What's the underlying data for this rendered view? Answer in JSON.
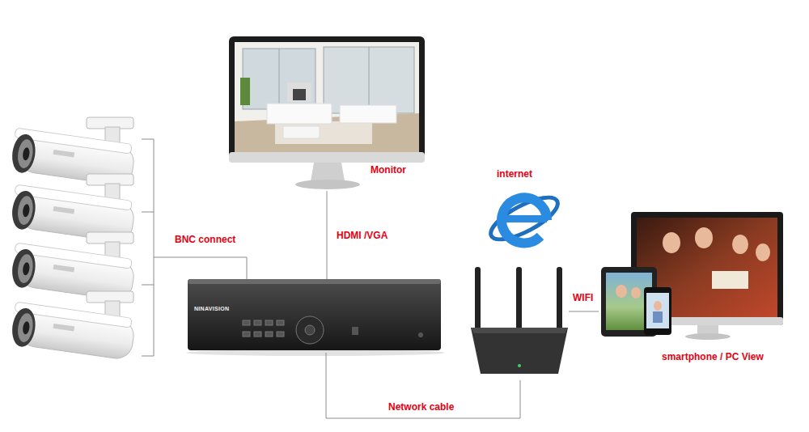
{
  "diagram": {
    "nodes": [
      {
        "text": [
          "Monitor"
        ]
      },
      {
        "text": [
          "NINAVISION"
        ]
      },
      {
        "text": [
          "internet"
        ]
      },
      {
        "text": [
          "smartphone / PC View"
        ]
      }
    ],
    "edges": [
      {
        "from": 0,
        "to": 1,
        "label": "HDMI /VGA",
        "arrow": "none"
      },
      {
        "from": 1,
        "to": 2,
        "label": "Network cable",
        "arrow": "none"
      },
      {
        "from": 2,
        "to": 3,
        "label": "WIFI",
        "arrow": "none"
      }
    ],
    "labels": [
      "BNC connect"
    ]
  }
}
